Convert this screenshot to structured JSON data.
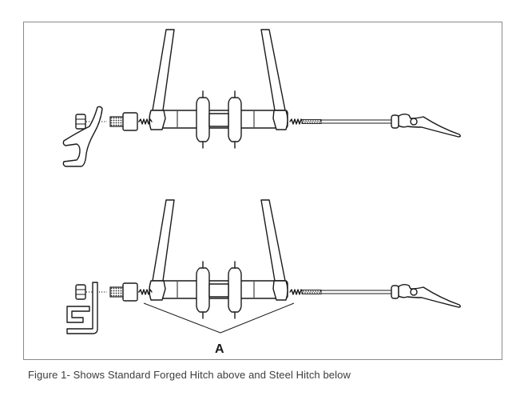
{
  "diagram": {
    "callout_label": "A",
    "assemblies": [
      "standard-forged-hitch",
      "steel-hitch"
    ]
  },
  "caption": "Figure 1- Shows Standard Forged Hitch above and Steel Hitch below",
  "colors": {
    "line": "#1a1a1a",
    "frame": "#8a8a8a",
    "caption": "#3c3c3c"
  }
}
